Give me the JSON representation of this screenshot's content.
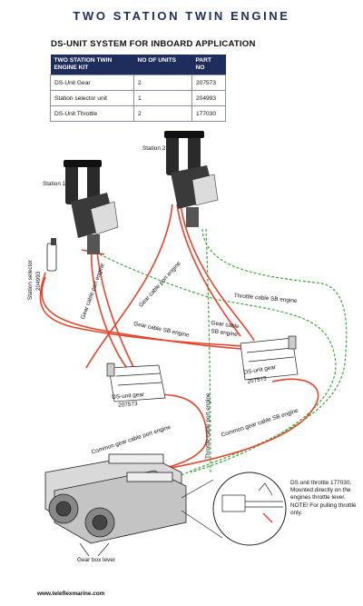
{
  "header": {
    "title": "TWO STATION TWIN ENGINE",
    "subtitle": "DS-UNIT SYSTEM FOR INBOARD APPLICATION"
  },
  "kit_table": {
    "headers": [
      "TWO STATION TWIN ENGINE KIT",
      "NO OF UNITS",
      "PART NO"
    ],
    "rows": [
      [
        "DS-Unit Gear",
        "2",
        "207573"
      ],
      [
        "Station selector unit",
        "1",
        "204993"
      ],
      [
        "DS-Unit Throttle",
        "2",
        "177030"
      ]
    ]
  },
  "labels": {
    "station1": "Station 1",
    "station2": "Station 2",
    "station_selector": "Station selector",
    "station_selector_part": "204993",
    "gear_cable_port_engine_1": "Gear cable port engine",
    "gear_cable_port_engine_2": "Gear cable port engine",
    "throttle_cable_sb_engine": "Throttle cable SB engine",
    "gear_cable_sb_engine_1": "Gear cable SB engine",
    "gear_cable_sb_engine_2a": "Gear cable",
    "gear_cable_sb_engine_2b": "SB engine",
    "ds_unit_gear_left_a": "DS-unit gear",
    "ds_unit_gear_left_b": "207573",
    "ds_unit_gear_right_a": "DS-unit gear",
    "ds_unit_gear_right_b": "207573",
    "throttle_cable_port_engine": "Throttle cable port engine",
    "common_gear_cable_sb_engine": "Common gear cable SB engine",
    "common_gear_cable_port_engine": "Common gear cable port engine",
    "gear_box_lever": "Gear box lever",
    "throttle_note": "DS unit throttle 177030. Mounted directly on the engines throttle lever. NOTE! For pulling throttle only.",
    "footer": "www.teleflexmarine.com"
  },
  "colors": {
    "title_navy": "#1f2d5c",
    "cable_red": "#e8432b",
    "cable_green": "#3ea83a",
    "line_black": "#222222"
  }
}
